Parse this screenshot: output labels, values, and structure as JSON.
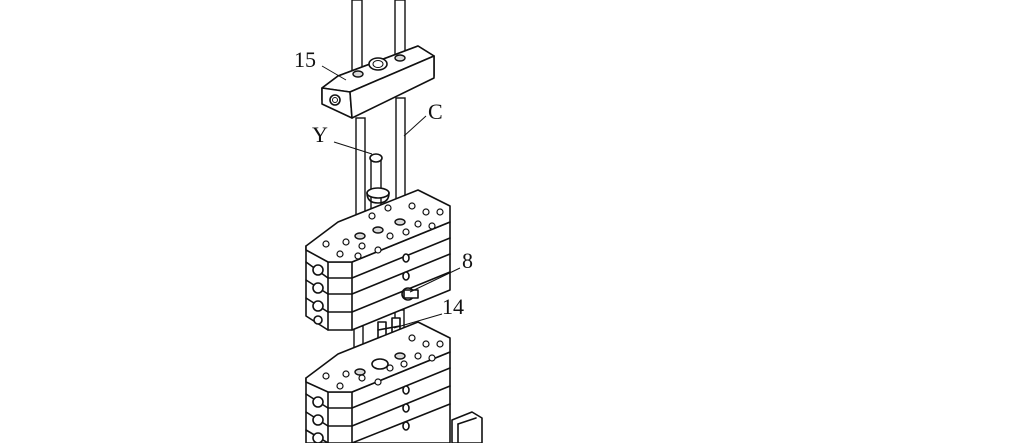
{
  "figure": {
    "callouts": {
      "weight_stack_top": "15",
      "guide_rod": "C",
      "selector_pin": "Y",
      "weight_plate": "8",
      "lifting_rod": "14"
    }
  }
}
